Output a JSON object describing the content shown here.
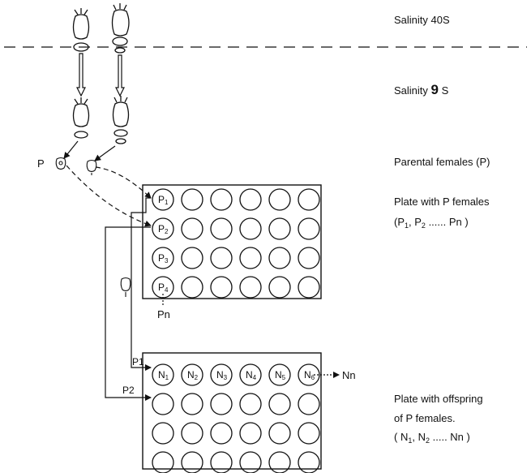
{
  "labels": {
    "salinity_high": "Salinity 40S",
    "salinity_low_word": "Salinity",
    "salinity_low_value": "9",
    "salinity_low_unit": "S",
    "parental_females": "Parental females (P)",
    "p_label": "P",
    "plate_p_line1": "Plate with P females",
    "plate_p_line2_open": "(P",
    "plate_p_line2_sub1": "1",
    "plate_p_line2_mid": ", P",
    "plate_p_line2_sub2": "2",
    "plate_p_line2_end": "...... Pn )",
    "plate_n_line1": "Plate with offspring",
    "plate_n_line2": "of P females.",
    "plate_n_line3_open": "( N",
    "plate_n_line3_sub1": "1",
    "plate_n_line3_mid": ", N",
    "plate_n_line3_sub2": "2",
    "plate_n_line3_end": "..... Nn )",
    "pn": "Pn",
    "nn": "Nn",
    "p1_route": "P1",
    "p2_route": "P2"
  },
  "plate_p_wells": [
    "P1",
    "P2",
    "P3",
    "P4"
  ],
  "plate_n_wells": [
    "N1",
    "N2",
    "N3",
    "N4",
    "N5",
    "N6"
  ],
  "colors": {
    "ink": "#111111",
    "background": "#ffffff"
  }
}
